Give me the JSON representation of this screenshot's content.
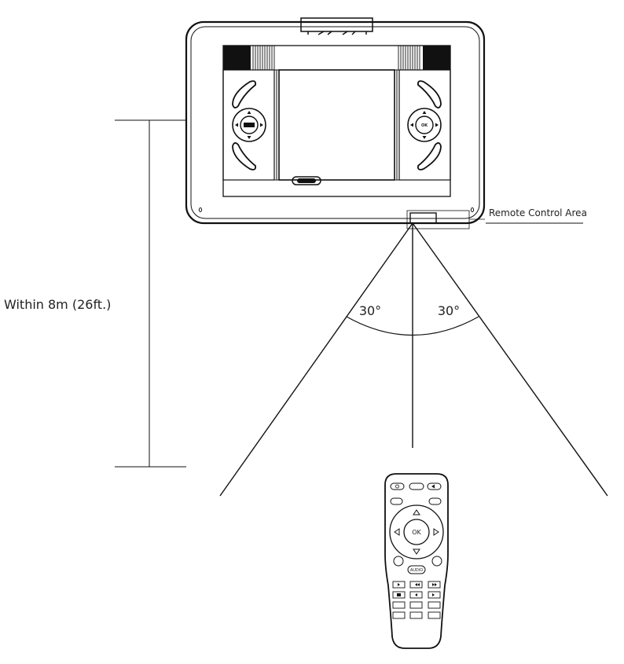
{
  "labels": {
    "remote_control_area": "Remote Control Area",
    "distance": "Within 8m (26ft.)",
    "angle_left": "30°",
    "angle_right": "30°"
  },
  "remote": {
    "ok_label": "OK",
    "audio_label": "AUDIO"
  },
  "monitor": {
    "ok_label": "OK"
  }
}
